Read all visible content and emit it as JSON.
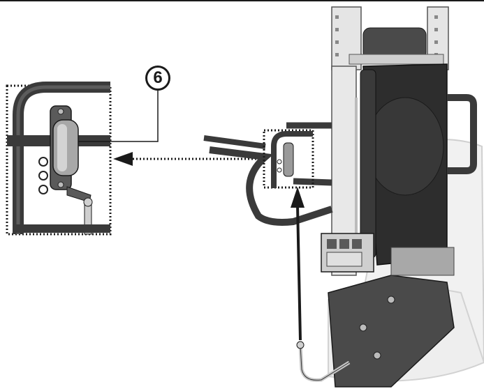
{
  "callout": {
    "number": "6"
  },
  "colors": {
    "line": "#1a1a1a",
    "frame_dark": "#3a3a3a",
    "panel": "#2d2d2d",
    "metal_light": "#c9c9c9",
    "ghost": "#d8d8d8"
  },
  "parts": {
    "detail_view": "magnified-switch-detail",
    "component": "handle-switch",
    "assembly": "wheelchair-seat-lift-column"
  }
}
